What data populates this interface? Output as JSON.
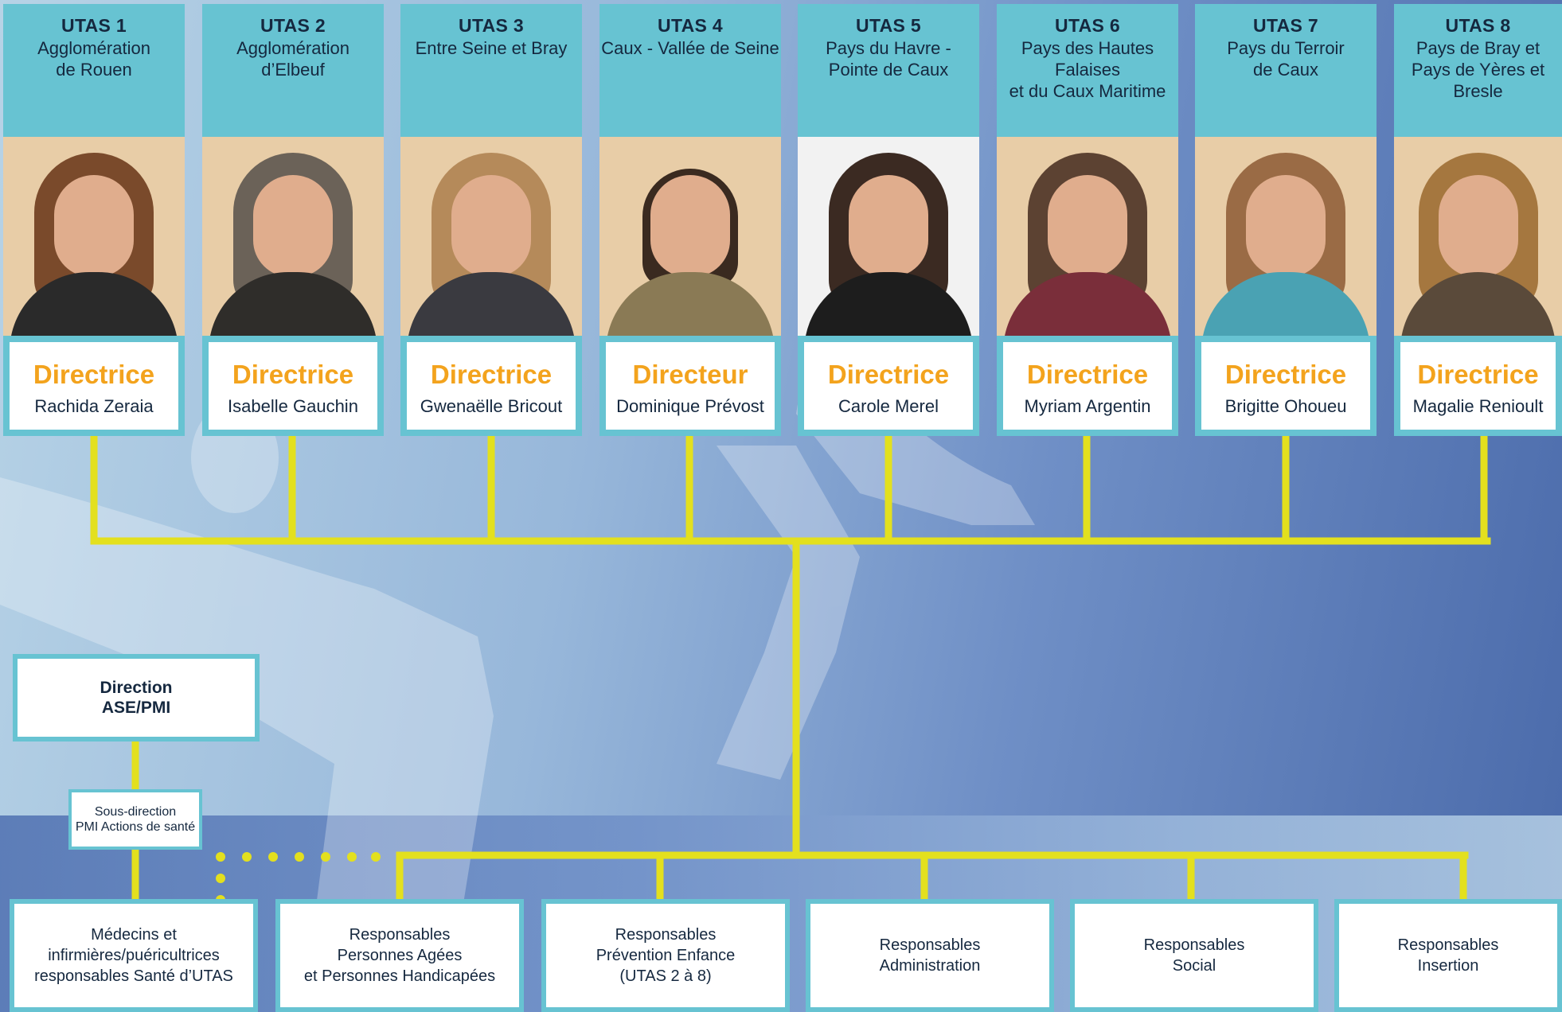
{
  "utas": [
    {
      "num": "UTAS 1",
      "region": "Agglomération\nde Rouen",
      "role": "Directrice",
      "person": "Rachida Zeraia",
      "bg": "#e9cfae",
      "hair": "#7a4a2b",
      "clothes": "#2a2a2a"
    },
    {
      "num": "UTAS 2",
      "region": "Agglomération\nd’Elbeuf",
      "role": "Directrice",
      "person": "Isabelle Gauchin",
      "bg": "#e9cfae",
      "hair": "#6b6258",
      "clothes": "#2f2d2a"
    },
    {
      "num": "UTAS 3",
      "region": "Entre Seine et Bray",
      "role": "Directrice",
      "person": "Gwenaëlle Bricout",
      "bg": "#e9cfae",
      "hair": "#b58a5a",
      "clothes": "#3a3a40"
    },
    {
      "num": "UTAS 4",
      "region": "Caux - Vallée de Seine",
      "role": "Directeur",
      "person": "Dominique Prévost",
      "bg": "#e9cfae",
      "hair": "#3a2a20",
      "clothes": "#8a7a55"
    },
    {
      "num": "UTAS 5",
      "region": "Pays du Havre -\nPointe de Caux",
      "role": "Directrice",
      "person": "Carole Merel",
      "bg": "#f2f2f2",
      "hair": "#3b2a22",
      "clothes": "#1d1d1d"
    },
    {
      "num": "UTAS 6",
      "region": "Pays des Hautes Falaises\net du Caux Maritime",
      "role": "Directrice",
      "person": "Myriam Argentin",
      "bg": "#e9cfae",
      "hair": "#5c4232",
      "clothes": "#7a2e3a"
    },
    {
      "num": "UTAS 7",
      "region": "Pays du Terroir\nde Caux",
      "role": "Directrice",
      "person": "Brigitte Ohoueu",
      "bg": "#e9cfae",
      "hair": "#9a6b45",
      "clothes": "#4aa2b3"
    },
    {
      "num": "UTAS 8",
      "region": "Pays de Bray et\nPays de Yères et Bresle",
      "role": "Directrice",
      "person": "Magalie Renioult",
      "bg": "#e9cfae",
      "hair": "#a5773f",
      "clothes": "#5a4a3a"
    }
  ],
  "direction": "Direction\nASE/PMI",
  "sous_direction": "Sous-direction\nPMI Actions de santé",
  "bottom_boxes": [
    "Médecins et infirmières/puéricultrices\nresponsables Santé d’UTAS",
    "Responsables\nPersonnes Agées\net Personnes Handicapées",
    "Responsables\nPrévention Enfance\n(UTAS 2 à 8)",
    "Responsables\nAdministration",
    "Responsables\nSocial",
    "Responsables\nInsertion"
  ],
  "colors": {
    "teal": "#67c3d2",
    "orange": "#f3a31d",
    "line": "#e3e01e",
    "text": "#15283f"
  }
}
